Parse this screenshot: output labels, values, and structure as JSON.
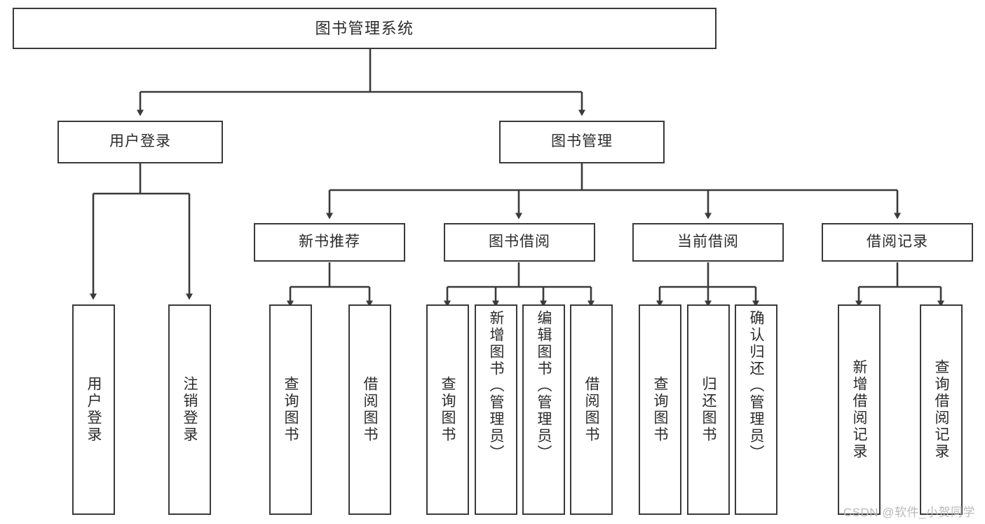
{
  "diagram": {
    "title": "图书管理系统",
    "type": "tree-hierarchy",
    "root": {
      "id": "root",
      "label": "图书管理系统"
    },
    "level2": [
      {
        "id": "user-login",
        "label": "用户登录"
      },
      {
        "id": "book-manage",
        "label": "图书管理"
      }
    ],
    "level3": [
      {
        "id": "new-book-rec",
        "label": "新书推荐",
        "parent": "book-manage"
      },
      {
        "id": "book-borrow",
        "label": "图书借阅",
        "parent": "book-manage"
      },
      {
        "id": "current-borrow",
        "label": "当前借阅",
        "parent": "book-manage"
      },
      {
        "id": "borrow-record",
        "label": "借阅记录",
        "parent": "book-manage"
      }
    ],
    "leaves": {
      "user-login": [
        {
          "id": "leaf-user-login",
          "label": "用户登录"
        },
        {
          "id": "leaf-user-logout",
          "label": "注销登录"
        }
      ],
      "new-book-rec": [
        {
          "id": "leaf-query-book-1",
          "label": "查询图书"
        },
        {
          "id": "leaf-borrow-book-1",
          "label": "借阅图书"
        }
      ],
      "book-borrow": [
        {
          "id": "leaf-query-book-2",
          "label": "查询图书"
        },
        {
          "id": "leaf-add-book",
          "label": "新增图书（管理员）"
        },
        {
          "id": "leaf-edit-book",
          "label": "编辑图书（管理员）"
        },
        {
          "id": "leaf-borrow-book-2",
          "label": "借阅图书"
        }
      ],
      "current-borrow": [
        {
          "id": "leaf-query-book-3",
          "label": "查询图书"
        },
        {
          "id": "leaf-return-book",
          "label": "归还图书"
        },
        {
          "id": "leaf-confirm-return",
          "label": "确认归还（管理员）"
        }
      ],
      "borrow-record": [
        {
          "id": "leaf-add-record",
          "label": "新增借阅记录"
        },
        {
          "id": "leaf-query-record",
          "label": "查询借阅记录"
        }
      ]
    }
  },
  "watermark": {
    "text": "CSDN @软件_小贺同学"
  },
  "colors": {
    "box_border": "#3a3a3a",
    "box_fill": "#ffffff",
    "text": "#2b2b2b",
    "edge": "#3a3a3a",
    "watermark": "#b9b9b9",
    "background": "#ffffff"
  }
}
